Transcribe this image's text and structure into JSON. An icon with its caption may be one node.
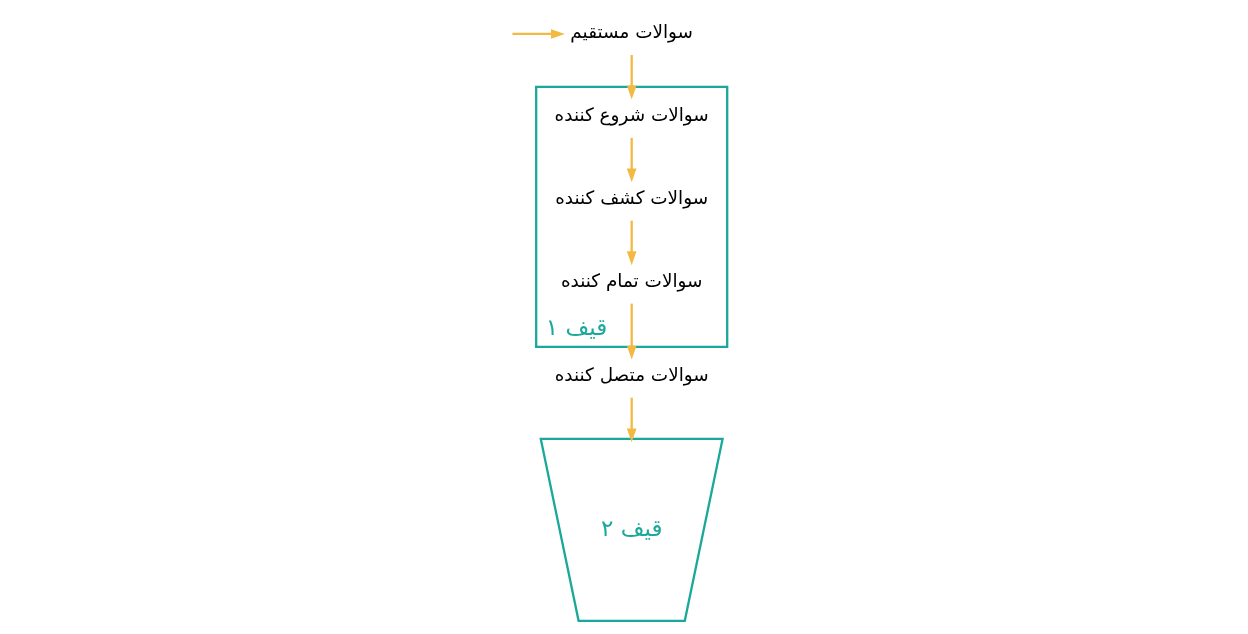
{
  "diagram": {
    "nodes": [
      {
        "text": [
          "سوالات مستقیم"
        ]
      },
      {
        "text": [
          "قیف ۱"
        ]
      },
      {
        "text": [
          "سوالات شروع کننده"
        ],
        "in": 1
      },
      {
        "text": [
          "سوالات کشف کننده"
        ],
        "in": 1
      },
      {
        "text": [
          "سوالات تمام کننده"
        ],
        "in": 1
      },
      {
        "text": [
          "سوالات متصل کننده"
        ]
      },
      {
        "text": [
          "قیف ۲"
        ]
      }
    ],
    "edges": [
      {
        "from": null,
        "to": 0,
        "arrow": "to"
      },
      {
        "from": 0,
        "to": 2,
        "arrow": "to"
      },
      {
        "from": 2,
        "to": 3,
        "arrow": "to"
      },
      {
        "from": 3,
        "to": 4,
        "arrow": "to"
      },
      {
        "from": 4,
        "to": 5,
        "arrow": "to"
      },
      {
        "from": 5,
        "to": 6,
        "arrow": "to"
      }
    ]
  }
}
